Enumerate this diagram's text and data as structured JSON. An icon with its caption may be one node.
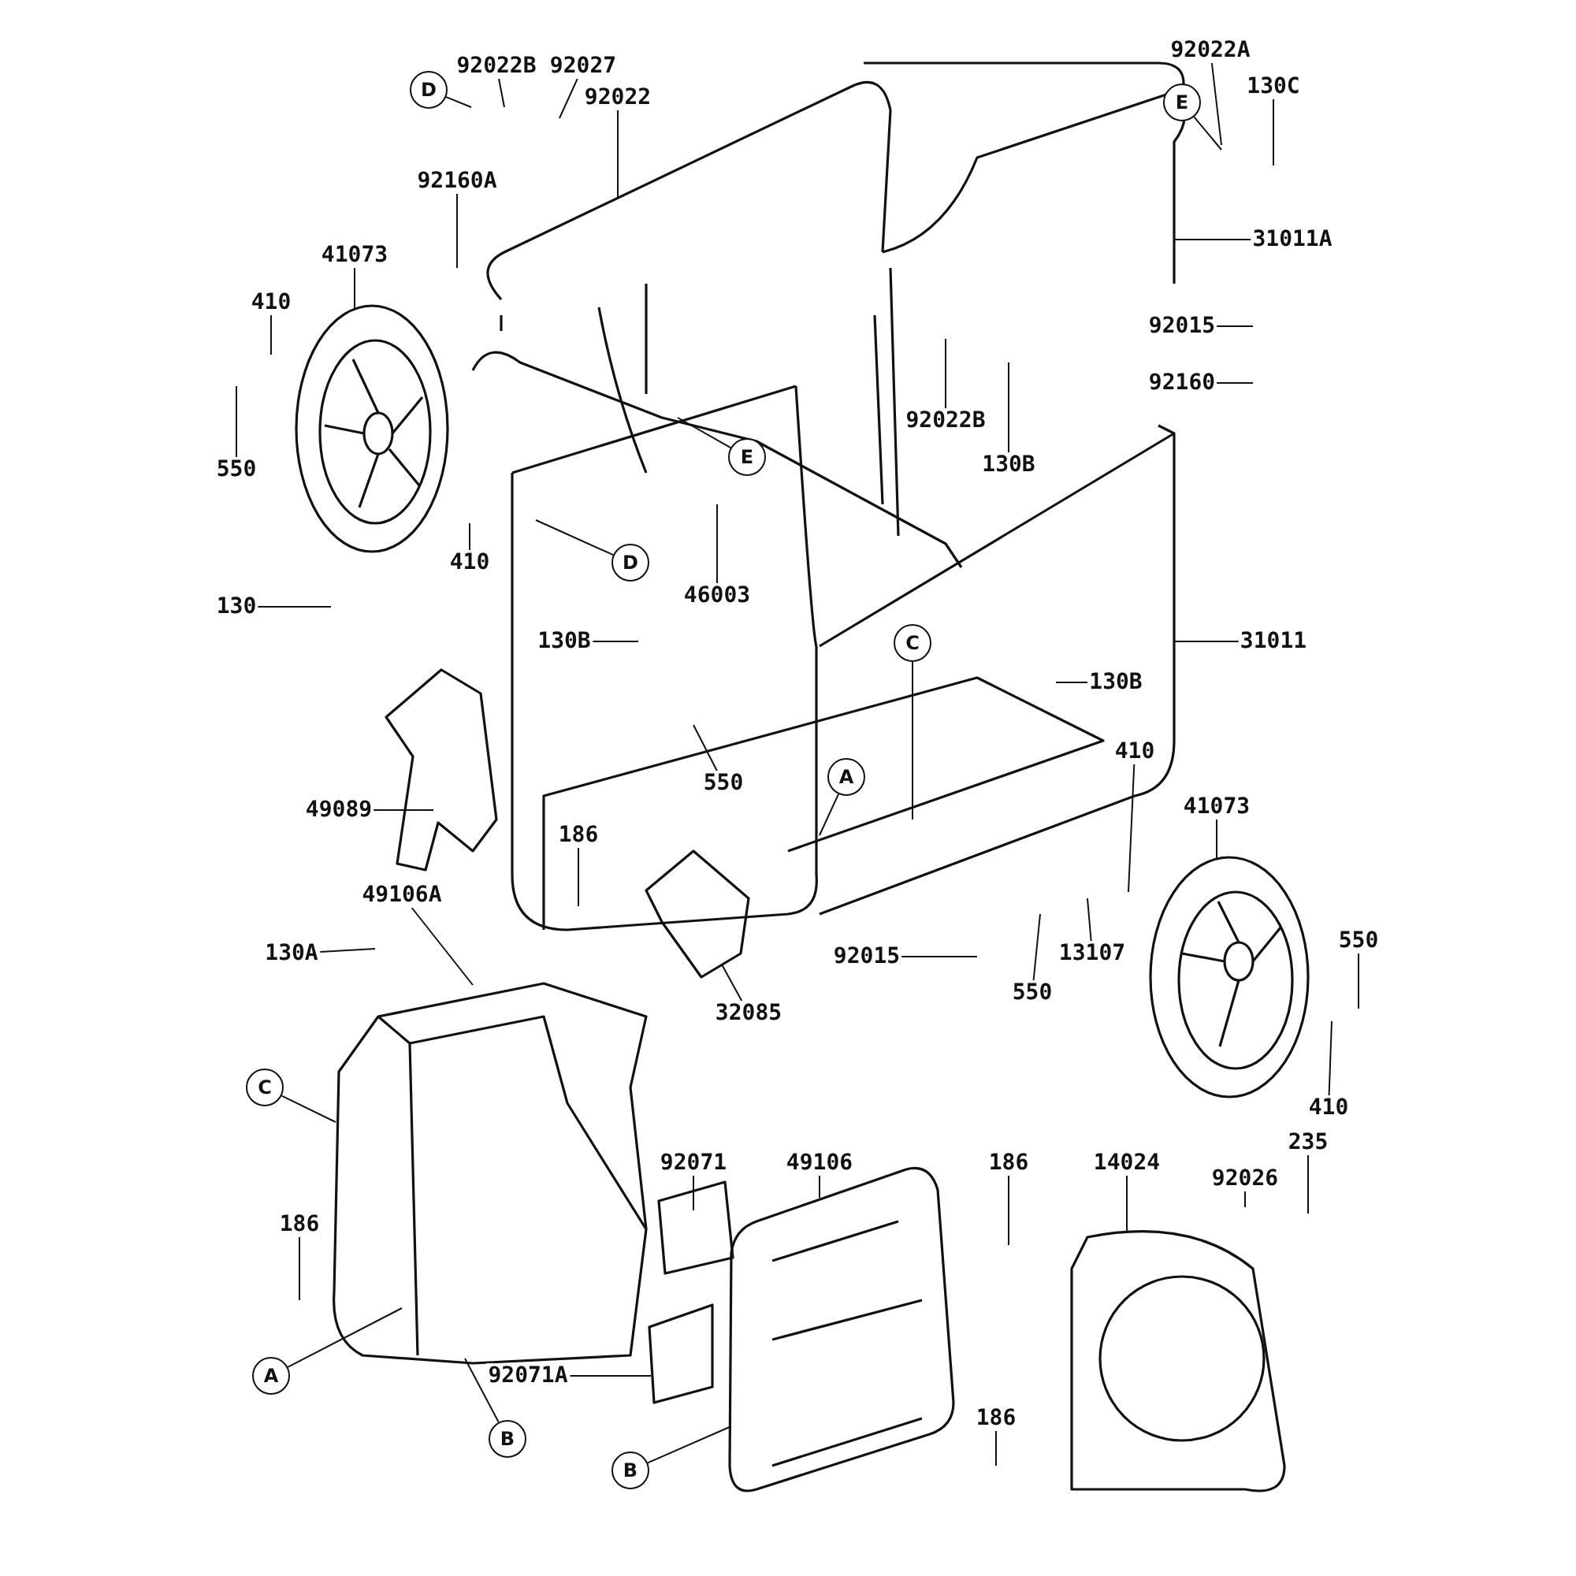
{
  "diagram": {
    "nodes": [
      {
        "text": [
          "D"
        ]
      },
      {
        "text": [
          "92022B"
        ]
      },
      {
        "text": [
          "92027"
        ]
      },
      {
        "text": [
          "92022"
        ]
      },
      {
        "text": [
          "E"
        ]
      },
      {
        "text": [
          "92022A"
        ]
      },
      {
        "text": [
          "130C"
        ]
      },
      {
        "text": [
          "92160A"
        ]
      },
      {
        "text": [
          "41073"
        ]
      },
      {
        "text": [
          "31011A"
        ]
      },
      {
        "text": [
          "410"
        ]
      },
      {
        "text": [
          "92015"
        ]
      },
      {
        "text": [
          "92160"
        ]
      },
      {
        "text": [
          "92022B"
        ]
      },
      {
        "text": [
          "E"
        ]
      },
      {
        "text": [
          "130B"
        ]
      },
      {
        "text": [
          "550"
        ]
      },
      {
        "text": [
          "D"
        ]
      },
      {
        "text": [
          "410"
        ]
      },
      {
        "text": [
          "46003"
        ]
      },
      {
        "text": [
          "130"
        ]
      },
      {
        "text": [
          "130B"
        ]
      },
      {
        "text": [
          "C"
        ]
      },
      {
        "text": [
          "31011"
        ]
      },
      {
        "text": [
          "130B"
        ]
      },
      {
        "text": [
          "410"
        ]
      },
      {
        "text": [
          "A"
        ]
      },
      {
        "text": [
          "550"
        ]
      },
      {
        "text": [
          "49089"
        ]
      },
      {
        "text": [
          "41073"
        ]
      },
      {
        "text": [
          "186"
        ]
      },
      {
        "text": [
          "49106A"
        ]
      },
      {
        "text": [
          "130A"
        ]
      },
      {
        "text": [
          "92015"
        ]
      },
      {
        "text": [
          "13107"
        ]
      },
      {
        "text": [
          "550"
        ]
      },
      {
        "text": [
          "550"
        ]
      },
      {
        "text": [
          "32085"
        ]
      },
      {
        "text": [
          "C"
        ]
      },
      {
        "text": [
          "410"
        ]
      },
      {
        "text": [
          "235"
        ]
      },
      {
        "text": [
          "92071"
        ]
      },
      {
        "text": [
          "49106"
        ]
      },
      {
        "text": [
          "186"
        ]
      },
      {
        "text": [
          "14024"
        ]
      },
      {
        "text": [
          "92026"
        ]
      },
      {
        "text": [
          "186"
        ]
      },
      {
        "text": [
          "A"
        ]
      },
      {
        "text": [
          "92071A"
        ]
      },
      {
        "text": [
          "B"
        ]
      },
      {
        "text": [
          "186"
        ]
      },
      {
        "text": [
          "B"
        ]
      },
      {
        "text": [],
        "shape": "picture"
      },
      {
        "text": [],
        "shape": "picture"
      },
      {
        "text": [],
        "shape": "picture"
      },
      {
        "text": [],
        "shape": "picture"
      },
      {
        "text": [],
        "shape": "picture"
      },
      {
        "text": [],
        "shape": "picture"
      },
      {
        "text": [],
        "shape": "picture"
      },
      {
        "text": [],
        "shape": "picture"
      },
      {
        "text": [],
        "shape": "picture"
      }
    ],
    "edges": [
      {
        "from": 0,
        "to": null,
        "arrow": "none"
      },
      {
        "from": 1,
        "to": null,
        "arrow": "none"
      },
      {
        "from": 2,
        "to": null,
        "arrow": "none"
      },
      {
        "from": 3,
        "to": null,
        "arrow": "none"
      },
      {
        "from": 4,
        "to": null,
        "arrow": "none"
      },
      {
        "from": 5,
        "to": null,
        "arrow": "none"
      },
      {
        "from": 6,
        "to": null,
        "arrow": "none"
      },
      {
        "from": 7,
        "to": null,
        "arrow": "none"
      },
      {
        "from": 8,
        "to": 52,
        "arrow": "none"
      },
      {
        "from": 9,
        "to": null,
        "arrow": "none"
      },
      {
        "from": 10,
        "to": null,
        "arrow": "none"
      },
      {
        "from": 11,
        "to": null,
        "arrow": "none"
      },
      {
        "from": 12,
        "to": null,
        "arrow": "none"
      },
      {
        "from": 13,
        "to": null,
        "arrow": "none"
      },
      {
        "from": 14,
        "to": null,
        "arrow": "none"
      },
      {
        "from": 15,
        "to": null,
        "arrow": "none"
      },
      {
        "from": 16,
        "to": null,
        "arrow": "none"
      },
      {
        "from": 17,
        "to": null,
        "arrow": "none"
      },
      {
        "from": 18,
        "to": null,
        "arrow": "none"
      },
      {
        "from": 19,
        "to": null,
        "arrow": "none"
      },
      {
        "from": 20,
        "to": null,
        "arrow": "none"
      },
      {
        "from": 21,
        "to": null,
        "arrow": "none"
      },
      {
        "from": 22,
        "to": null,
        "arrow": "none"
      },
      {
        "from": 23,
        "to": null,
        "arrow": "none"
      },
      {
        "from": 24,
        "to": null,
        "arrow": "none"
      },
      {
        "from": 25,
        "to": null,
        "arrow": "none"
      },
      {
        "from": 26,
        "to": null,
        "arrow": "none"
      },
      {
        "from": 27,
        "to": null,
        "arrow": "none"
      },
      {
        "from": 28,
        "to": 54,
        "arrow": "none"
      },
      {
        "from": 29,
        "to": 53,
        "arrow": "none"
      },
      {
        "from": 30,
        "to": null,
        "arrow": "none"
      },
      {
        "from": 31,
        "to": 55,
        "arrow": "none"
      },
      {
        "from": 32,
        "to": null,
        "arrow": "none"
      },
      {
        "from": 33,
        "to": null,
        "arrow": "none"
      },
      {
        "from": 34,
        "to": null,
        "arrow": "none"
      },
      {
        "from": 35,
        "to": null,
        "arrow": "none"
      },
      {
        "from": 36,
        "to": null,
        "arrow": "none"
      },
      {
        "from": 37,
        "to": 56,
        "arrow": "none"
      },
      {
        "from": 38,
        "to": 55,
        "arrow": "none"
      },
      {
        "from": 39,
        "to": null,
        "arrow": "none"
      },
      {
        "from": 40,
        "to": null,
        "arrow": "none"
      },
      {
        "from": 41,
        "to": 57,
        "arrow": "none"
      },
      {
        "from": 42,
        "to": 59,
        "arrow": "none"
      },
      {
        "from": 43,
        "to": null,
        "arrow": "none"
      },
      {
        "from": 44,
        "to": 60,
        "arrow": "none"
      },
      {
        "from": 45,
        "to": null,
        "arrow": "none"
      },
      {
        "from": 46,
        "to": null,
        "arrow": "none"
      },
      {
        "from": 47,
        "to": 55,
        "arrow": "none"
      },
      {
        "from": 48,
        "to": 58,
        "arrow": "none"
      },
      {
        "from": 49,
        "to": 55,
        "arrow": "none"
      },
      {
        "from": 50,
        "to": null,
        "arrow": "none"
      },
      {
        "from": 51,
        "to": 59,
        "arrow": "none"
      }
    ]
  }
}
